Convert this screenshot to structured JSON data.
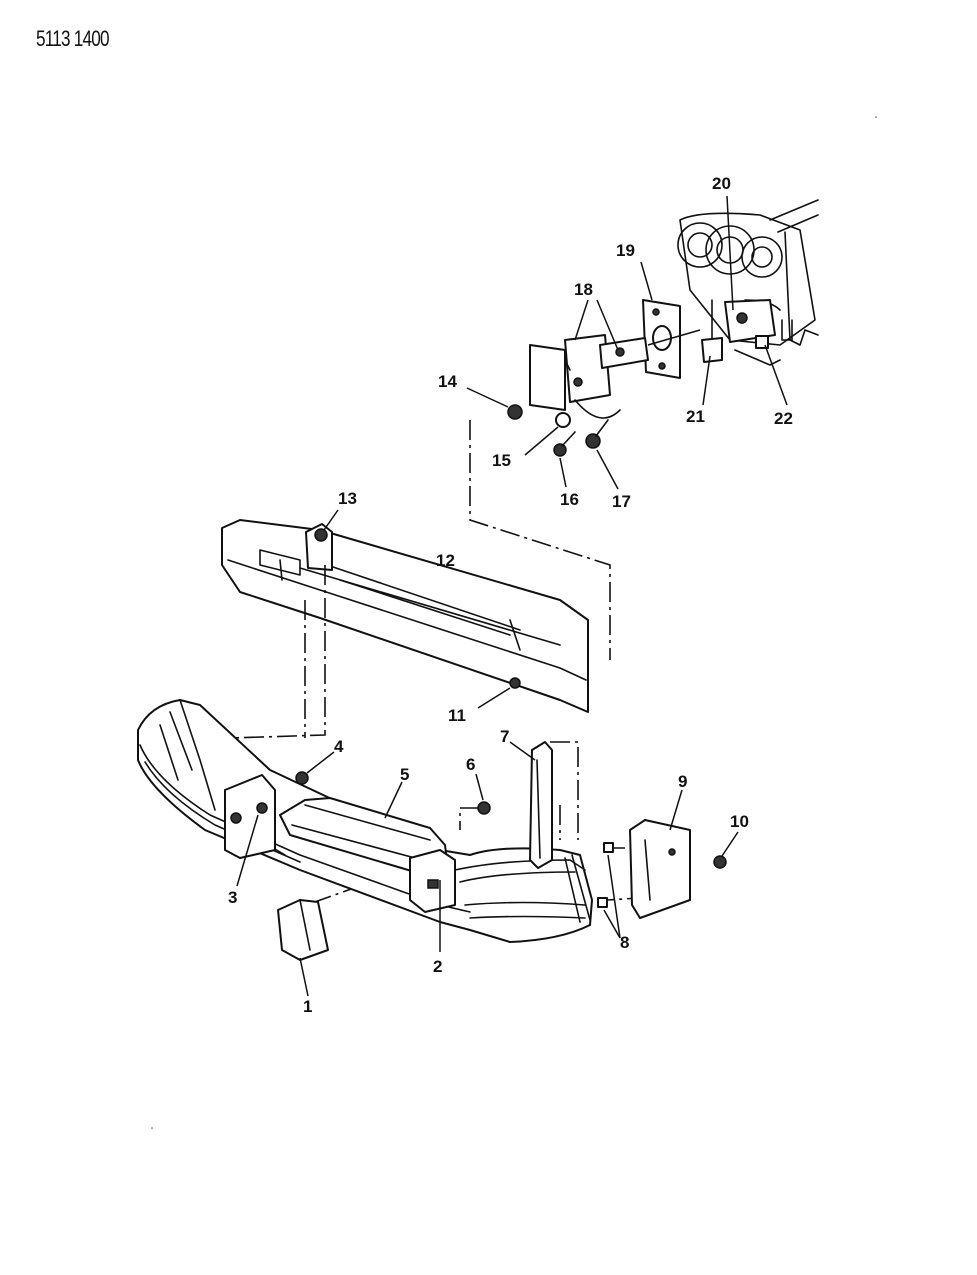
{
  "document": {
    "code": "5113 1400"
  },
  "callouts": {
    "c1": "1",
    "c2": "2",
    "c3": "3",
    "c4": "4",
    "c5": "5",
    "c6": "6",
    "c7": "7",
    "c8": "8",
    "c9": "9",
    "c10": "10",
    "c11": "11",
    "c12": "12",
    "c13": "13",
    "c14": "14",
    "c15": "15",
    "c16": "16",
    "c17": "17",
    "c18": "18",
    "c19": "19",
    "c20": "20",
    "c21": "21",
    "c22": "22"
  }
}
